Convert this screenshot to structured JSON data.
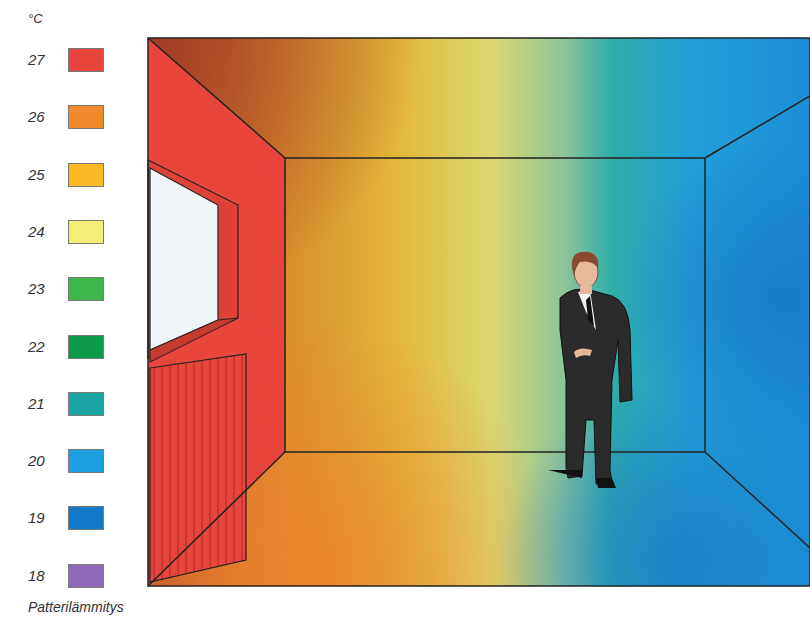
{
  "diagram": {
    "caption": "Patterilämmitys",
    "labels": [
      "°C"
    ],
    "legend": [
      {
        "text": "27",
        "color": "#e8453c"
      },
      {
        "text": "26",
        "color": "#f08a2c"
      },
      {
        "text": "25",
        "color": "#fbb823"
      },
      {
        "text": "24",
        "color": "#f1ee7a"
      },
      {
        "text": "23",
        "color": "#3db64a"
      },
      {
        "text": "22",
        "color": "#0a9a4a"
      },
      {
        "text": "21",
        "color": "#1ba5a5"
      },
      {
        "text": "20",
        "color": "#1d9ee0"
      },
      {
        "text": "19",
        "color": "#1478c8"
      },
      {
        "text": "18",
        "color": "#8e6bb8"
      }
    ]
  }
}
